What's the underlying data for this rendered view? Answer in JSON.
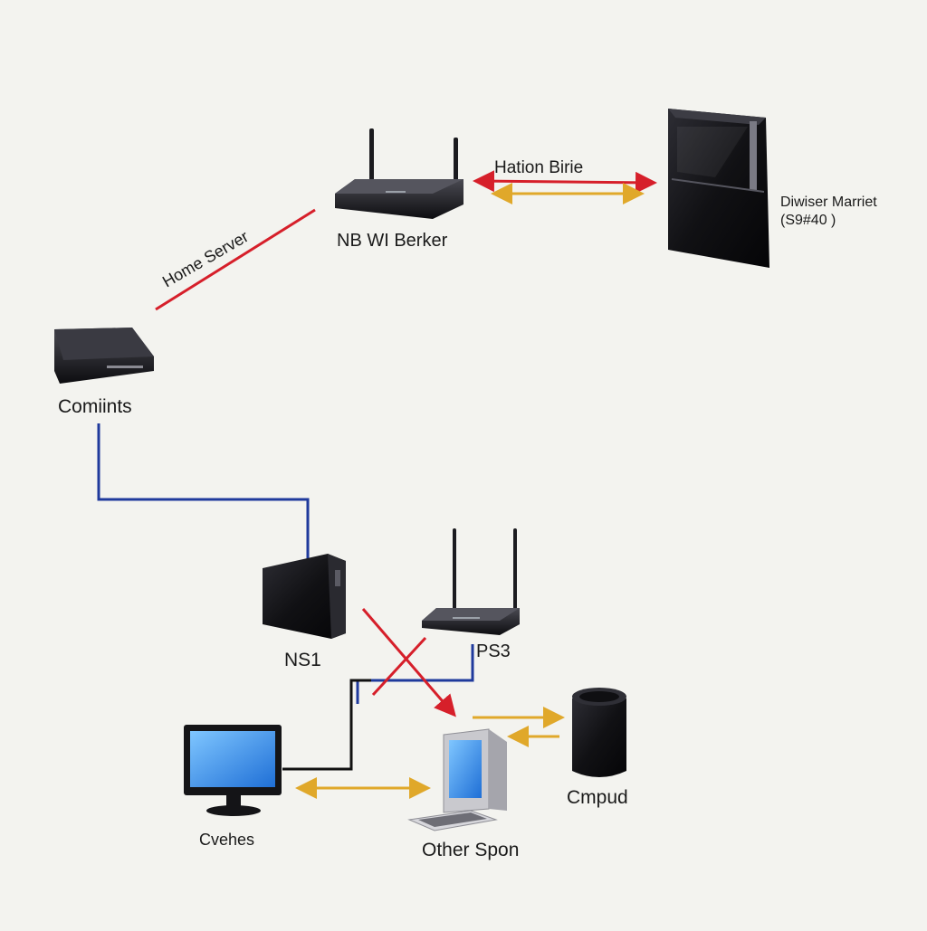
{
  "colors": {
    "background": "#f3f3ef",
    "red_link": "#d61f2a",
    "orange_link": "#e0a82a",
    "blue_link": "#1f3a9c",
    "black_link": "#111111",
    "device_dark": "#1b1b1f",
    "screen_blue": "#3a8ff0"
  },
  "labels": {
    "router_top": "NB WI Berker",
    "big_console": "Diwiser Marriet",
    "big_console_sub": "(S9#40 )",
    "set_top_box": "Comiints",
    "tower": "NS1",
    "router_bottom": "PS3",
    "monitor": "Cvehes",
    "desktop_pc": "Other Spon",
    "speaker": "Cmpud"
  },
  "link_labels": {
    "home_server": "Home Server",
    "top_link": "Hation Birie"
  },
  "icons": {
    "router": "wifi-router-icon",
    "console": "game-console-icon",
    "set_top_box": "set-top-box-icon",
    "tower": "server-tower-icon",
    "monitor": "monitor-icon",
    "desktop": "desktop-computer-icon",
    "speaker": "speaker-icon"
  }
}
